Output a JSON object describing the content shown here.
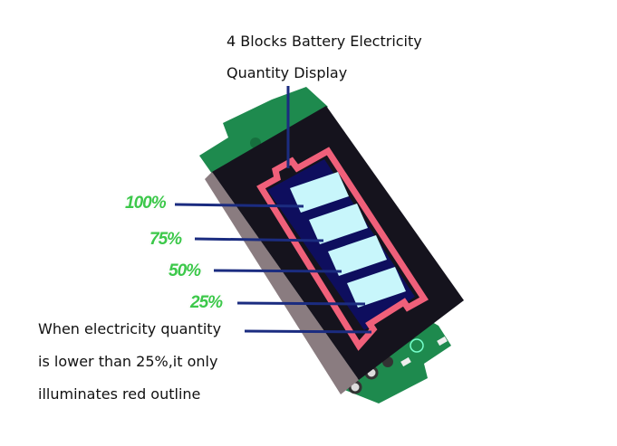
{
  "title": {
    "line1": "4 Blocks Battery Electricity",
    "line2": "Quantity Display"
  },
  "levels": [
    {
      "label": "100%"
    },
    {
      "label": "75%"
    },
    {
      "label": "50%"
    },
    {
      "label": "25%"
    }
  ],
  "note": {
    "line1": "When electricity quantity",
    "line2": "is lower than 25%,it only",
    "line3": "illuminates red outline"
  },
  "colors": {
    "label_green": "#3cc84a",
    "leader_line": "#1b2c80",
    "outline_red": "#f0607a",
    "block_cyan": "#c8f6fb",
    "pcb_green": "#1e8a4e"
  }
}
